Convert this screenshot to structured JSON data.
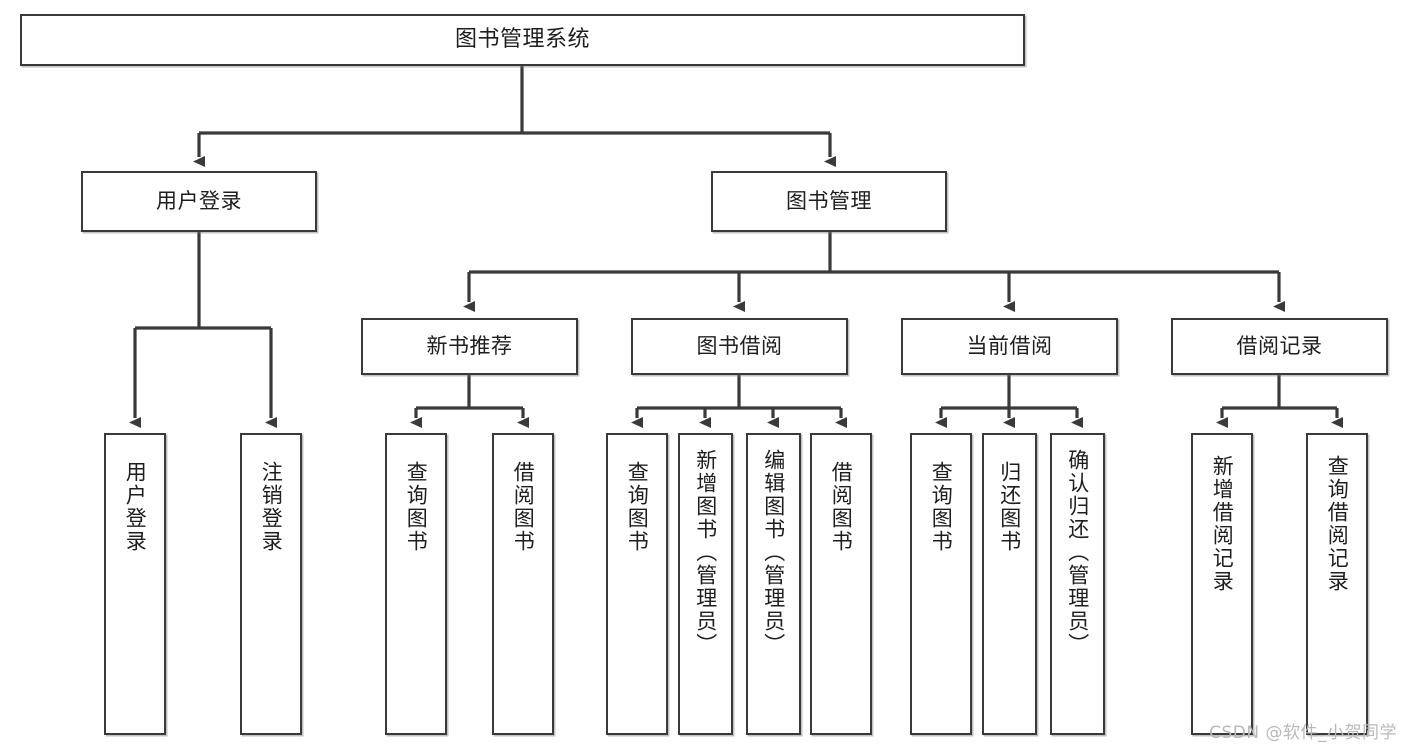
{
  "diagram": {
    "title": "图书管理系统",
    "watermark": "CSDN @软件_小贺同学",
    "edge_color": "#3a3a3a",
    "box_border_color": "#3a3a3a",
    "box_fill": "#ffffff",
    "text_color": "#1e1e1e",
    "levels": {
      "root": {
        "label": "图书管理系统"
      },
      "level2": [
        {
          "label": "用户登录"
        },
        {
          "label": "图书管理"
        }
      ],
      "level3": [
        {
          "label": "新书推荐"
        },
        {
          "label": "图书借阅"
        },
        {
          "label": "当前借阅"
        },
        {
          "label": "借阅记录"
        }
      ],
      "leaves": [
        {
          "label": "用户登录",
          "parent": "用户登录"
        },
        {
          "label": "注销登录",
          "parent": "用户登录"
        },
        {
          "label": "查询图书",
          "parent": "新书推荐"
        },
        {
          "label": "借阅图书",
          "parent": "新书推荐"
        },
        {
          "label": "查询图书",
          "parent": "图书借阅"
        },
        {
          "label": "新增图书（管理员）",
          "parent": "图书借阅"
        },
        {
          "label": "编辑图书（管理员）",
          "parent": "图书借阅"
        },
        {
          "label": "借阅图书",
          "parent": "图书借阅"
        },
        {
          "label": "查询图书",
          "parent": "当前借阅"
        },
        {
          "label": "归还图书",
          "parent": "当前借阅"
        },
        {
          "label": "确认归还（管理员）",
          "parent": "当前借阅"
        },
        {
          "label": "新增借阅记录",
          "parent": "借阅记录"
        },
        {
          "label": "查询借阅记录",
          "parent": "借阅记录"
        }
      ]
    }
  }
}
